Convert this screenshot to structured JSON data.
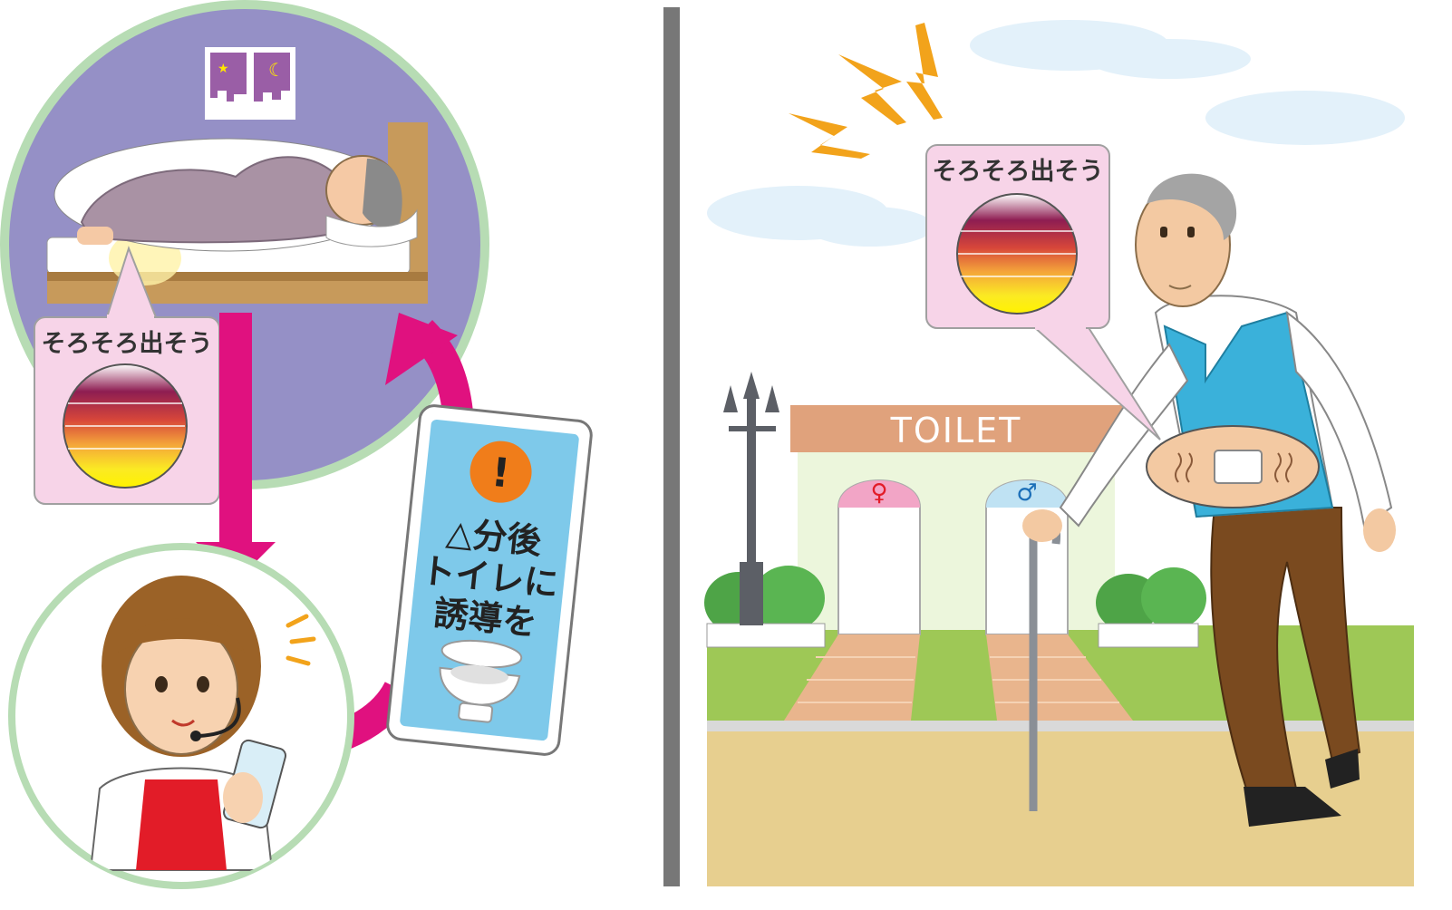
{
  "left_panel": {
    "bubble_label": "そろそろ出そう",
    "phone": {
      "alert_glyph": "!",
      "lines": [
        "△分後",
        "トイレに",
        "誘導を"
      ]
    }
  },
  "right_panel": {
    "bubble_label": "そろそろ出そう",
    "toilet_sign": "TOILET"
  },
  "colors": {
    "night_sky": "#9590c6",
    "circle_border": "#b7dcb4",
    "arrow_magenta": "#e0117f",
    "bubble_pink": "#f7d4e8",
    "phone_screen": "#7ec9ea",
    "alert_orange": "#f07d1a",
    "lightning": "#f2a31b",
    "vest_blue": "#3ab1da",
    "pants_brown": "#7a4a1f",
    "toilet_sign_bg": "#e0a27c",
    "divider_gray": "#777777"
  },
  "icons": [
    "moon-icon",
    "star-icon",
    "toilet-icon",
    "alert-icon",
    "lightning-icon",
    "female-icon",
    "male-icon",
    "headset-icon",
    "cane-icon",
    "street-lamp-icon",
    "cloud-icon",
    "sensor-patch-icon"
  ]
}
